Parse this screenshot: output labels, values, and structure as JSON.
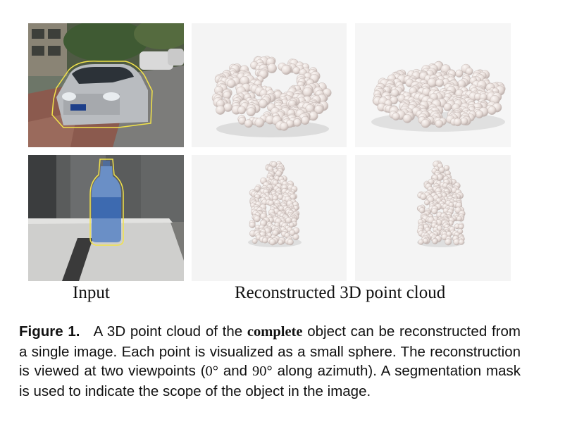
{
  "labels": {
    "input": "Input",
    "reconstructed": "Reconstructed 3D point cloud"
  },
  "caption": {
    "figure_label": "Figure 1.",
    "line1_a": "A 3D point cloud of the",
    "line1_emph": "complete",
    "line1_b": "object can be",
    "line2": "reconstructed from a single image.  Each point is visualized as a",
    "line3_a": "small sphere.  The reconstruction is viewed at two viewpoints (",
    "angle_1": "0°",
    "line4_a": "and",
    "angle_2": "90°",
    "line4_b": "along azimuth).  A segmentation mask is used to indicate",
    "line5": "the scope of the object in the image."
  },
  "colors": {
    "mask_outline": "#f2e34a",
    "sphere": "#e6dcd8",
    "sphere_shade": "#bfb2ae",
    "render_bg": "#f4f4f4"
  }
}
